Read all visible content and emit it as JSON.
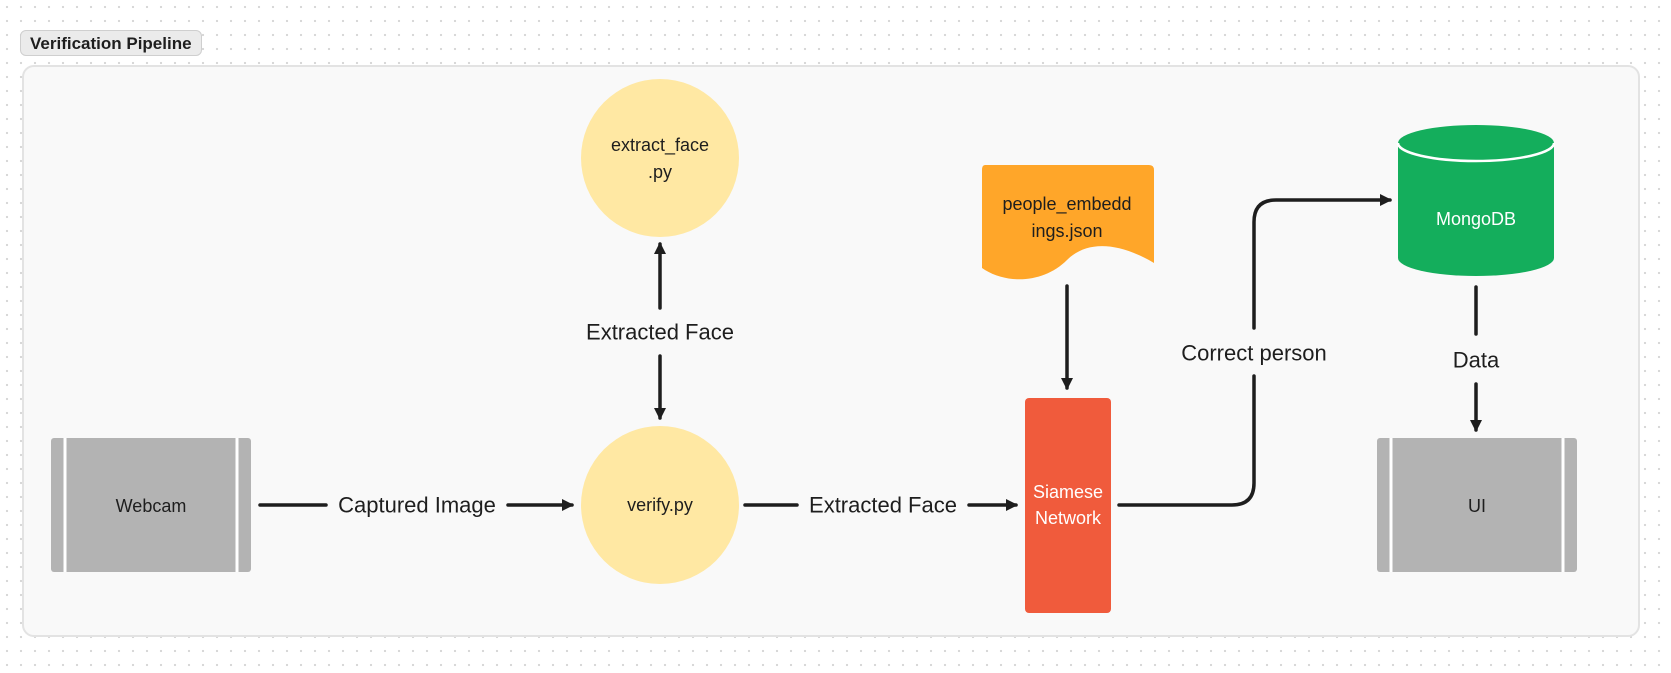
{
  "frame": {
    "title": "Verification Pipeline"
  },
  "nodes": {
    "webcam": {
      "label": "Webcam",
      "fill": "#b3b3b3"
    },
    "extract_face": {
      "lines": [
        "extract_face",
        ".py"
      ],
      "fill": "#ffe8a3"
    },
    "verify": {
      "label": "verify.py",
      "fill": "#ffe8a3"
    },
    "embeddings": {
      "lines": [
        "people_embedd",
        "ings.json"
      ],
      "fill": "#ffa629"
    },
    "siamese": {
      "lines": [
        "Siamese",
        "Network"
      ],
      "fill": "#f05b3c"
    },
    "mongodb": {
      "label": "MongoDB",
      "fill": "#14ae5c"
    },
    "ui": {
      "label": "UI",
      "fill": "#b3b3b3"
    }
  },
  "edges": {
    "webcam_to_verify": {
      "label": "Captured Image"
    },
    "verify_extract_face": {
      "label": "Extracted Face"
    },
    "verify_to_siamese": {
      "label": "Extracted Face"
    },
    "siamese_to_mongodb": {
      "label": "Correct person"
    },
    "mongodb_to_ui": {
      "label": "Data"
    }
  }
}
